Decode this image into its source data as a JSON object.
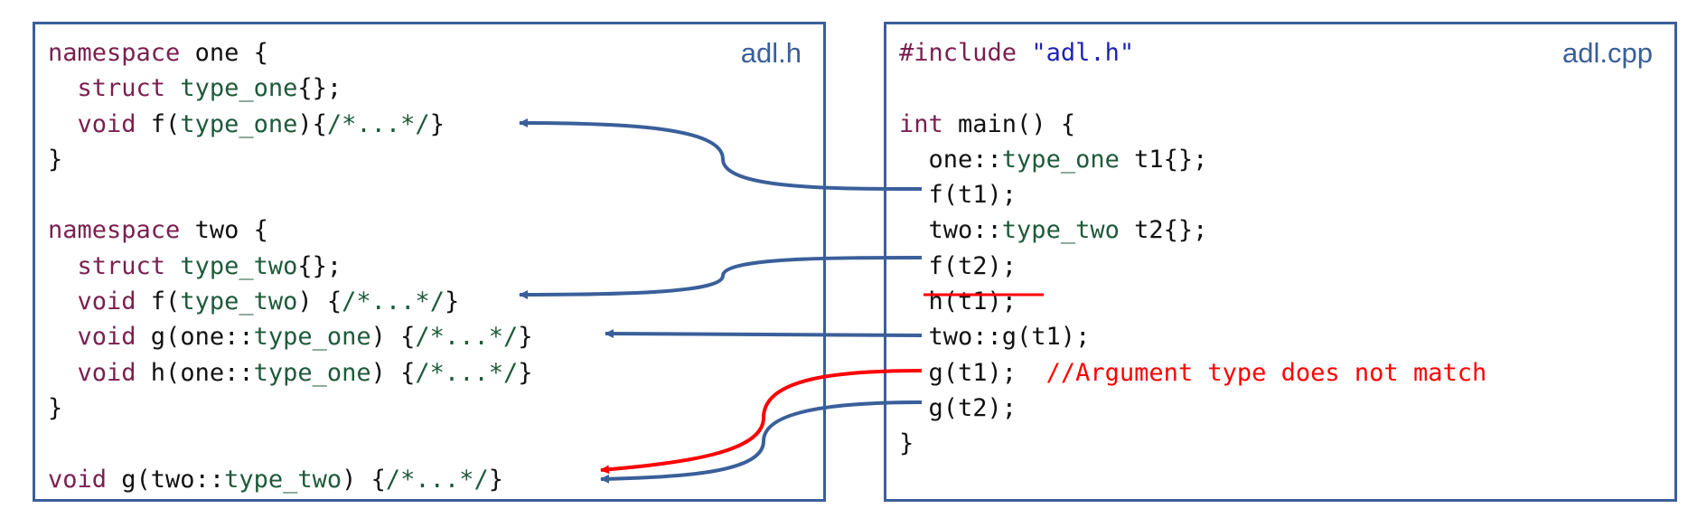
{
  "colors": {
    "frame": "#3a5f9a",
    "keyword": "#7a1f4f",
    "type_name": "#1e5a3a",
    "string": "#1f22b5",
    "error": "#ff0000",
    "arrow_blue": "#3a5f9a",
    "arrow_red": "#ff0000"
  },
  "left_file": {
    "name": "adl.h",
    "lines": {
      "l1": [
        "namespace",
        " one {"
      ],
      "l2": [
        "  ",
        "struct",
        " ",
        "type_one",
        "{};"
      ],
      "l3": [
        "  ",
        "void",
        " f(",
        "type_one",
        "){",
        "/*...*/",
        "}"
      ],
      "l4": "}",
      "l6": [
        "namespace",
        " two {"
      ],
      "l7": [
        "  ",
        "struct",
        " ",
        "type_two",
        "{};"
      ],
      "l8": [
        "  ",
        "void",
        " f(",
        "type_two",
        ") {",
        "/*...*/",
        "}"
      ],
      "l9": [
        "  ",
        "void",
        " g(one::",
        "type_one",
        ") {",
        "/*...*/",
        "}"
      ],
      "l10": [
        "  ",
        "void",
        " h(one::",
        "type_one",
        ") {",
        "/*...*/",
        "}"
      ],
      "l11": "}",
      "l13": [
        "void",
        " g(two::",
        "type_two",
        ") {",
        "/*...*/",
        "}"
      ]
    }
  },
  "right_file": {
    "name": "adl.cpp",
    "lines": {
      "l1": [
        "#include",
        " ",
        "\"adl.h\""
      ],
      "l3": [
        "int",
        " main() {"
      ],
      "l4": [
        "  one::",
        "type_one",
        " t1{};"
      ],
      "l5": "  f(t1);",
      "l6": [
        "  two::",
        "type_two",
        " t2{};"
      ],
      "l7": "  f(t2);",
      "l8": "  h(t1);",
      "l9": "  two::g(t1);",
      "l10": [
        "  g(t1);  ",
        "//Argument type does not match"
      ],
      "l11": "  g(t2);",
      "l12": "}"
    }
  }
}
